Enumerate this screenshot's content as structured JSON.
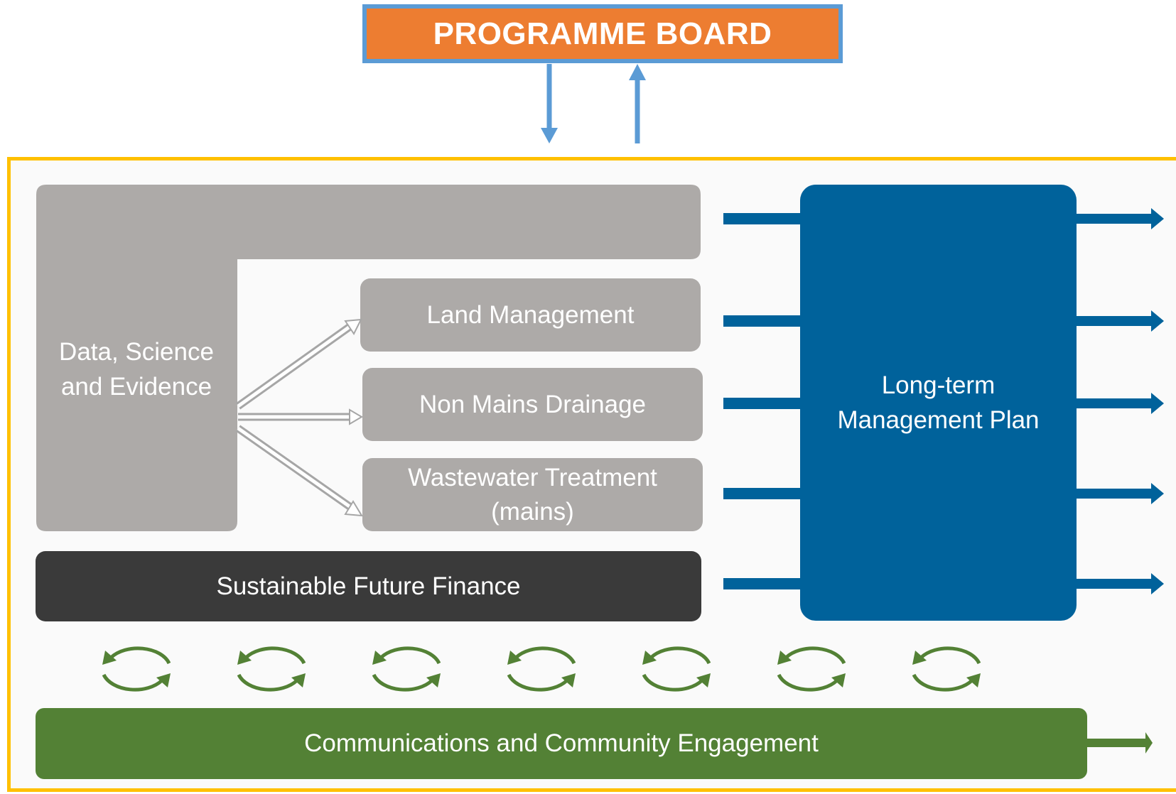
{
  "programme_board": {
    "label": "PROGRAMME BOARD"
  },
  "data_science": {
    "label_line1": "Data, Science",
    "label_line2": "and Evidence"
  },
  "land_management": {
    "label": "Land Management"
  },
  "non_mains_drainage": {
    "label": "Non Mains Drainage"
  },
  "wastewater_treatment": {
    "label_line1": "Wastewater Treatment",
    "label_line2": "(mains)"
  },
  "finance": {
    "label": "Sustainable Future Finance"
  },
  "management_plan": {
    "label_line1": "Long-term",
    "label_line2": "Management Plan"
  },
  "communications": {
    "label": "Communications and Community Engagement"
  },
  "colors": {
    "board_fill": "#ED7D31",
    "board_border": "#5B9BD5",
    "frame_border": "#FFC000",
    "grey_box": "#ADAAA8",
    "finance_box": "#3A3A3A",
    "plan_box": "#00629B",
    "comms_box": "#538135"
  },
  "cycle_icon_count": 7
}
